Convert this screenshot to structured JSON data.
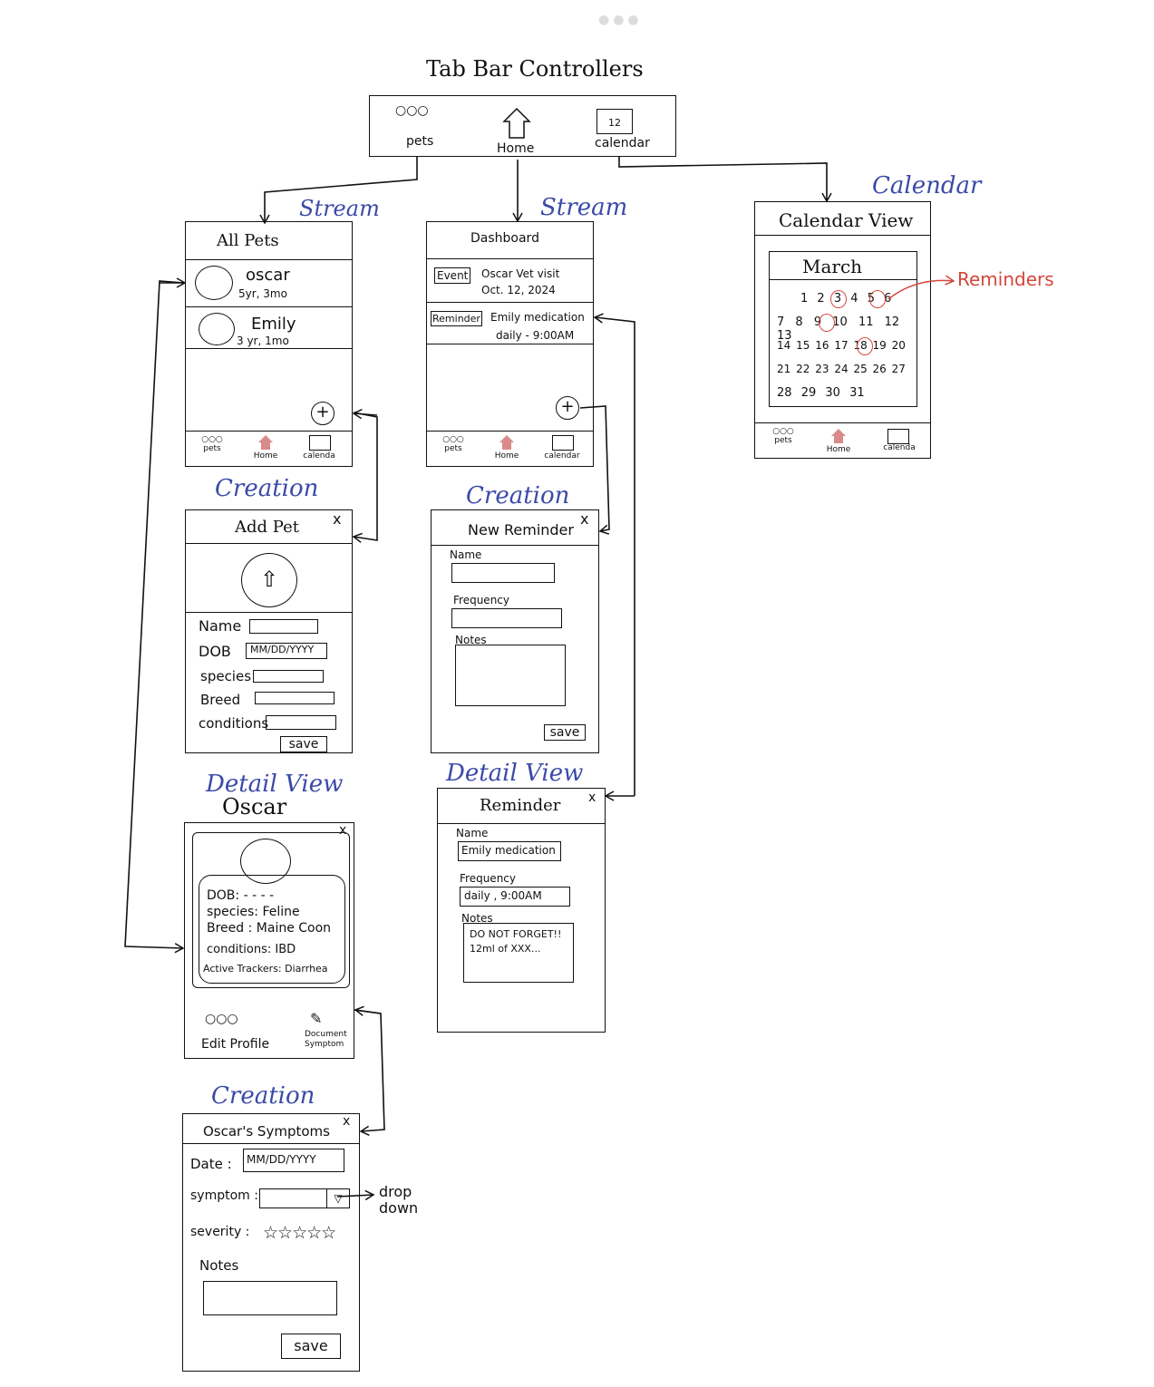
{
  "title": "Tab Bar Controllers",
  "tabbar": {
    "pets": "pets",
    "home": "Home",
    "calendar": "calendar",
    "cal_day": "12"
  },
  "section_labels": {
    "stream1": "Stream",
    "stream2": "Stream",
    "calendar": "Calendar",
    "creation1": "Creation",
    "creation2": "Creation",
    "creation3": "Creation",
    "detail1": "Detail View",
    "detail2": "Detail View"
  },
  "all_pets": {
    "title": "All Pets",
    "pets": [
      {
        "name": "oscar",
        "age": "5yr, 3mo"
      },
      {
        "name": "Emily",
        "age": "3 yr, 1mo"
      }
    ],
    "tabs": {
      "pets": "pets",
      "home": "Home",
      "calendar": "calenda"
    }
  },
  "dashboard": {
    "title": "Dashboard",
    "items": [
      {
        "tag": "Event",
        "line1": "Oscar Vet visit",
        "line2": "Oct. 12, 2024"
      },
      {
        "tag": "Reminder",
        "line1": "Emily medication",
        "line2": "daily - 9:00AM"
      }
    ],
    "tabs": {
      "pets": "pets",
      "home": "Home",
      "calendar": "calendar"
    }
  },
  "calendar_view": {
    "title": "Calendar View",
    "month": "March",
    "rows": [
      [
        "1",
        "2",
        "3",
        "4",
        "5",
        "6"
      ],
      [
        "7",
        "8",
        "9",
        "10",
        "11",
        "12",
        "13"
      ],
      [
        "14",
        "15",
        "16",
        "17",
        "18",
        "19",
        "20"
      ],
      [
        "21",
        "22",
        "23",
        "24",
        "25",
        "26",
        "27"
      ],
      [
        "28",
        "29",
        "30",
        "31"
      ]
    ],
    "annotation": "Reminders",
    "tabs": {
      "pets": "pets",
      "home": "Home",
      "calendar": "calenda"
    }
  },
  "add_pet": {
    "title": "Add Pet",
    "close": "x",
    "labels": {
      "name": "Name",
      "dob": "DOB",
      "species": "species",
      "breed": "Breed",
      "conditions": "conditions"
    },
    "dob_placeholder": "MM/DD/YYYY",
    "save": "save"
  },
  "new_reminder": {
    "title": "New Reminder",
    "close": "x",
    "labels": {
      "name": "Name",
      "frequency": "Frequency",
      "notes": "Notes"
    },
    "save": "save"
  },
  "oscar_detail": {
    "header": "Oscar",
    "close": "x",
    "dob": "DOB: - - - -",
    "species": "species: Feline",
    "breed": "Breed : Maine Coon",
    "conditions": "conditions: IBD",
    "trackers": "Active Trackers: Diarrhea",
    "edit": "Edit Profile",
    "document": "Document",
    "symptom": "Symptom"
  },
  "reminder_detail": {
    "title": "Reminder",
    "close": "x",
    "labels": {
      "name": "Name",
      "frequency": "Frequency",
      "notes": "Notes"
    },
    "name_value": "Emily medication",
    "frequency_value": "daily , 9:00AM",
    "notes_line1": "DO NOT FORGET!!",
    "notes_line2": "12ml of XXX..."
  },
  "symptoms": {
    "title": "Oscar's Symptoms",
    "close": "x",
    "labels": {
      "date": "Date :",
      "symptom": "symptom :",
      "severity": "severity :",
      "notes": "Notes"
    },
    "date_placeholder": "MM/DD/YYYY",
    "stars": "☆☆☆☆☆",
    "dropdown_note_1": "drop",
    "dropdown_note_2": "down",
    "save": "save"
  },
  "colors": {
    "ink": "#111111",
    "blue": "#3b4aa8",
    "red": "#d4463a",
    "home_icon": "#d98a8a"
  }
}
